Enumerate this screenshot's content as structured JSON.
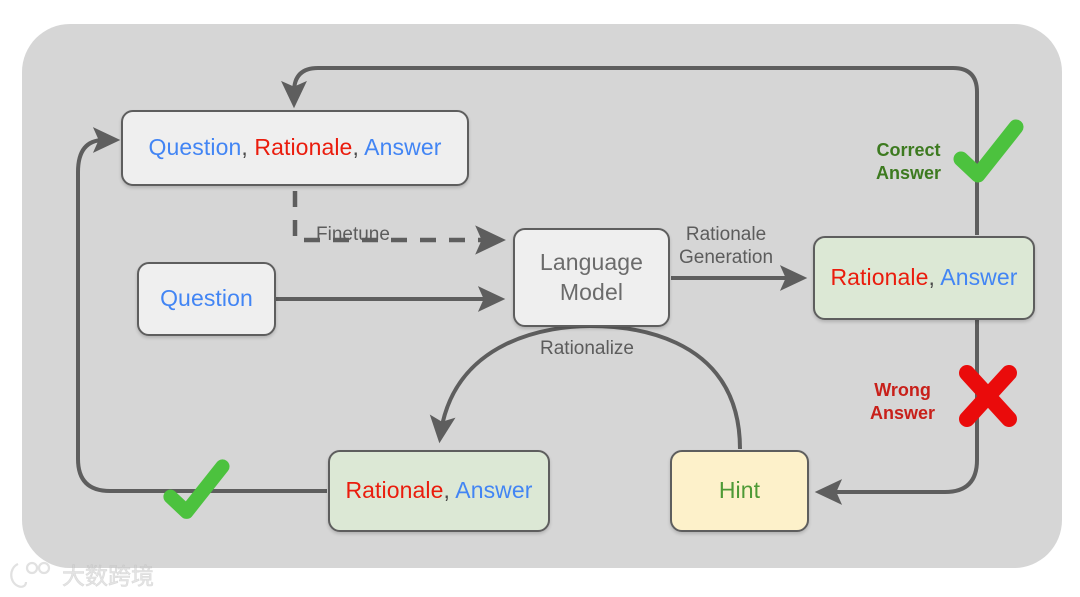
{
  "diagram": {
    "title": "STaR bootstrapping loop",
    "background_color": "#d6d6d6",
    "nodes": [
      {
        "id": "qra-top",
        "name": "question-rationale-answer-box",
        "style": "plain",
        "tokens": [
          {
            "text": "Question",
            "color": "#4285f4"
          },
          {
            "text": ", ",
            "color": "#4a4a4a"
          },
          {
            "text": "Rationale",
            "color": "#ea1c0d"
          },
          {
            "text": ", ",
            "color": "#4a4a4a"
          },
          {
            "text": "Answer",
            "color": "#4285f4"
          }
        ],
        "plain_text": "Question, Rationale, Answer"
      },
      {
        "id": "question",
        "name": "question-box",
        "style": "plain",
        "tokens": [
          {
            "text": "Question",
            "color": "#4285f4"
          }
        ],
        "plain_text": "Question"
      },
      {
        "id": "lm",
        "name": "language-model-box",
        "style": "plain",
        "line1": "Language",
        "line2": "Model",
        "plain_text": "Language Model"
      },
      {
        "id": "ra-right",
        "name": "rationale-answer-generated-box",
        "style": "green",
        "tokens": [
          {
            "text": "Rationale",
            "color": "#ea1c0d"
          },
          {
            "text": ", ",
            "color": "#4a4a4a"
          },
          {
            "text": "Answer",
            "color": "#4285f4"
          }
        ],
        "plain_text": "Rationale, Answer"
      },
      {
        "id": "ra-bottom",
        "name": "rationale-answer-rationalized-box",
        "style": "green",
        "tokens": [
          {
            "text": "Rationale",
            "color": "#ea1c0d"
          },
          {
            "text": ", ",
            "color": "#4a4a4a"
          },
          {
            "text": "Answer",
            "color": "#4285f4"
          }
        ],
        "plain_text": "Rationale, Answer"
      },
      {
        "id": "hint",
        "name": "hint-box",
        "style": "yellow",
        "tokens": [
          {
            "text": "Hint",
            "color": "#4e9a36"
          }
        ],
        "plain_text": "Hint"
      }
    ],
    "edge_labels": {
      "finetune": "Finetune",
      "rationale_generation_line1": "Rationale",
      "rationale_generation_line2": "Generation",
      "rationalize": "Rationalize"
    },
    "verdicts": {
      "correct_line1": "Correct",
      "correct_line2": "Answer",
      "correct_color": "#3d7a20",
      "correct_mark": "check-mark",
      "correct_mark_color": "#4cc23e",
      "wrong_line1": "Wrong",
      "wrong_line2": "Answer",
      "wrong_color": "#c8201a",
      "wrong_mark": "cross-mark",
      "wrong_mark_color": "#ea0b0b"
    },
    "watermark": {
      "text": "大数跨境",
      "logo": "watermark-logo"
    }
  }
}
